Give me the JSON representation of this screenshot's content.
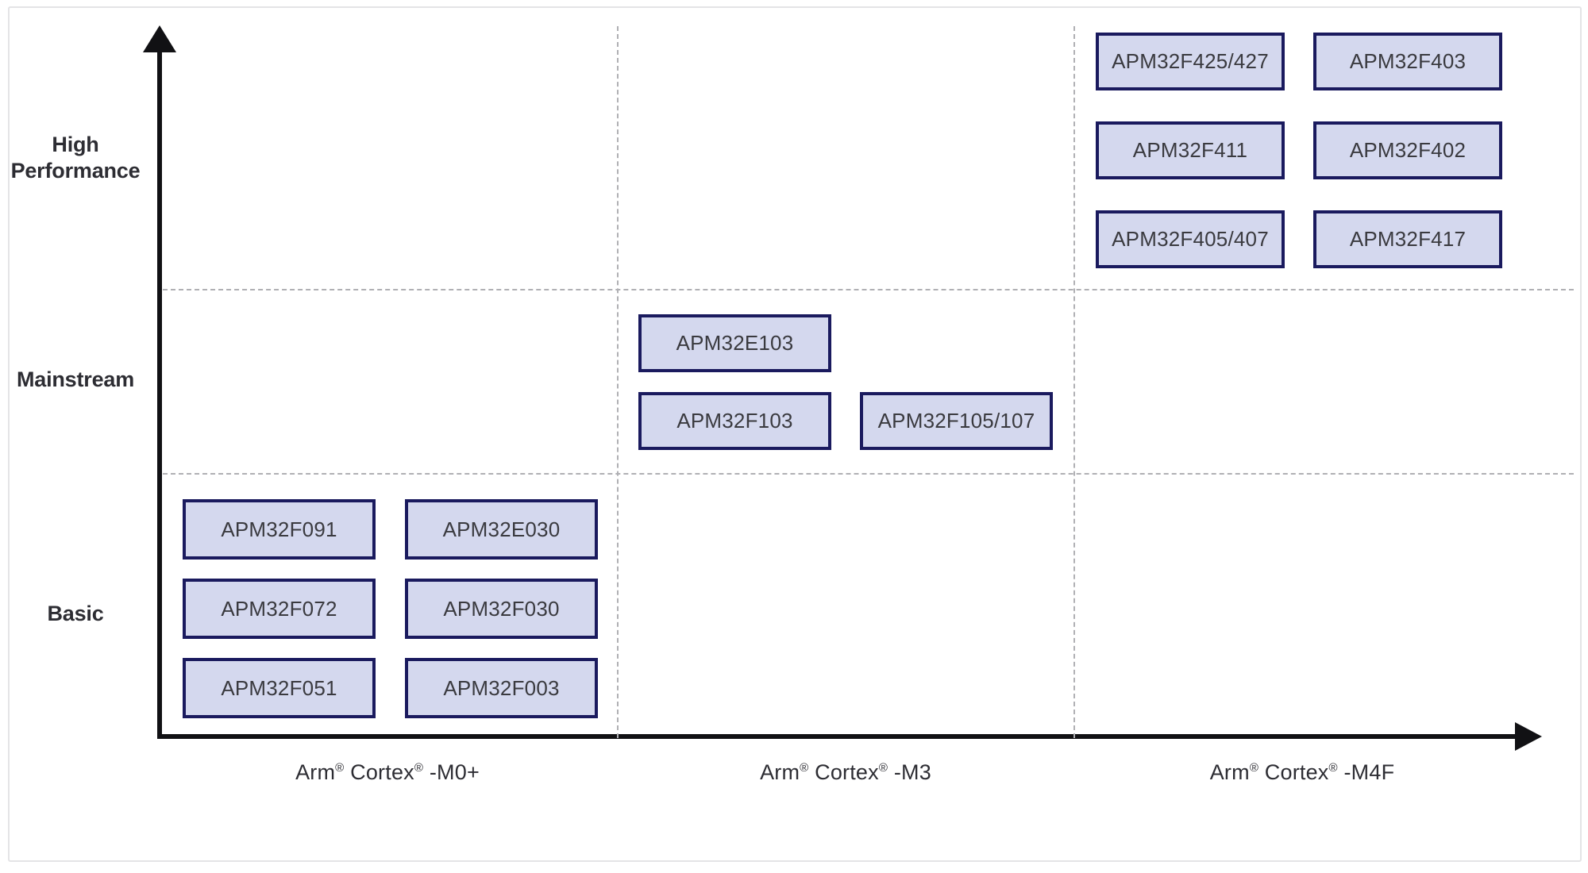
{
  "chart_data": {
    "type": "table",
    "title": "",
    "xlabel": "",
    "ylabel": "",
    "grid": true,
    "legend": "none",
    "colors": {
      "chip_fill": "#d4d8ee",
      "chip_border": "#1a1a5e",
      "chip_text": "#3a3a3f",
      "axis": "#111114",
      "grid_dash": "#b0b0b4",
      "frame": "#e4e4e6",
      "background": "#ffffff"
    },
    "y_categories": [
      "Basic",
      "Mainstream",
      "High Performance"
    ],
    "x_categories": [
      "Arm® Cortex® -M0+",
      "Arm® Cortex® -M3",
      "Arm® Cortex® -M4F"
    ],
    "cells": [
      {
        "x": "Arm® Cortex® -M0+",
        "y": "Basic",
        "items": [
          "APM32F091",
          "APM32E030",
          "APM32F072",
          "APM32F030",
          "APM32F051",
          "APM32F003"
        ]
      },
      {
        "x": "Arm® Cortex® -M3",
        "y": "Mainstream",
        "items": [
          "APM32E103",
          "APM32F103",
          "APM32F105/107"
        ]
      },
      {
        "x": "Arm® Cortex® -M4F",
        "y": "High Performance",
        "items": [
          "APM32F425/427",
          "APM32F403",
          "APM32F411",
          "APM32F402",
          "APM32F405/407",
          "APM32F417"
        ]
      }
    ]
  },
  "axis": {
    "y_labels": [
      {
        "line1": "High",
        "line2": "Performance"
      },
      {
        "line1": "Mainstream",
        "line2": ""
      },
      {
        "line1": "Basic",
        "line2": ""
      }
    ],
    "x_labels": [
      {
        "pre": "Arm",
        "mid": " Cortex",
        "post": " -M0+",
        "reg": "®"
      },
      {
        "pre": "Arm",
        "mid": " Cortex",
        "post": " -M3",
        "reg": "®"
      },
      {
        "pre": "Arm",
        "mid": " Cortex",
        "post": " -M4F",
        "reg": "®"
      }
    ]
  },
  "chips": {
    "hp": [
      {
        "label": "APM32F425/427"
      },
      {
        "label": "APM32F403"
      },
      {
        "label": "APM32F411"
      },
      {
        "label": "APM32F402"
      },
      {
        "label": "APM32F405/407"
      },
      {
        "label": "APM32F417"
      }
    ],
    "mainstream": [
      {
        "label": "APM32E103"
      },
      {
        "label": "APM32F103"
      },
      {
        "label": "APM32F105/107"
      }
    ],
    "basic": [
      {
        "label": "APM32F091"
      },
      {
        "label": "APM32E030"
      },
      {
        "label": "APM32F072"
      },
      {
        "label": "APM32F030"
      },
      {
        "label": "APM32F051"
      },
      {
        "label": "APM32F003"
      }
    ]
  }
}
